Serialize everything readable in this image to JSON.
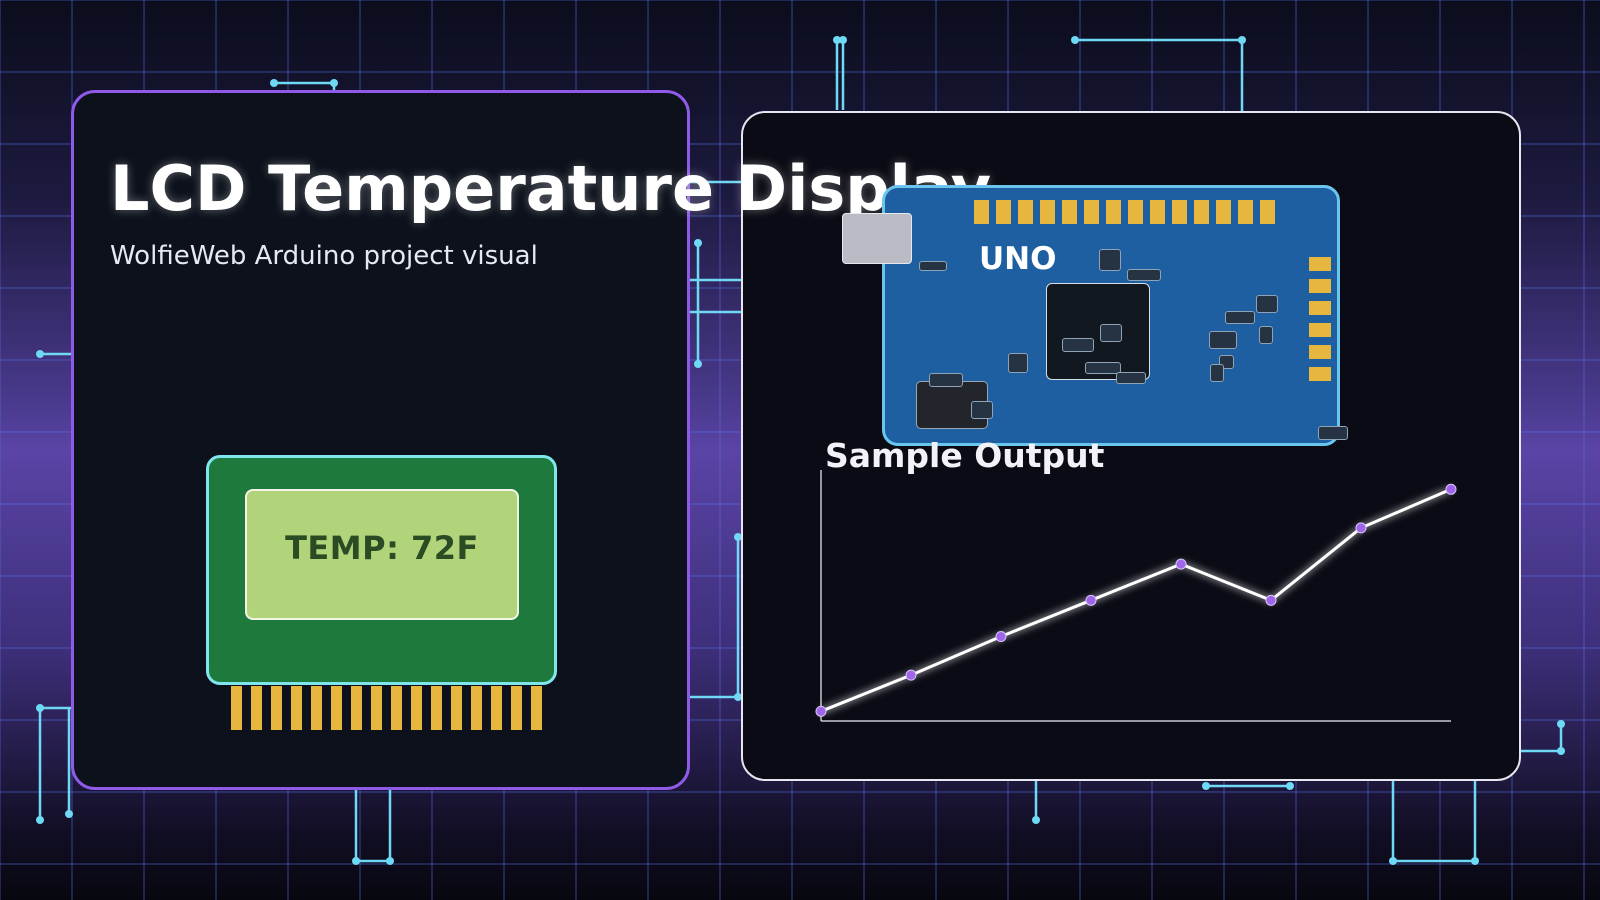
{
  "header": {
    "title": "LCD Temperature Display",
    "subtitle": "WolfieWeb Arduino project visual"
  },
  "lcd": {
    "text": "TEMP: 72F",
    "pin_count": 16
  },
  "arduino": {
    "label": "UNO",
    "header_pin_count": 14,
    "side_pin_count": 6
  },
  "chart": {
    "title": "Sample Output"
  },
  "colors": {
    "accent": "#8f5ae8",
    "trace": "#6fd8f5",
    "pin_gold": "#e6b63e",
    "lcd_green": "#1e7a3c",
    "lcd_screen": "#b1d47b",
    "board_blue": "#1d5fa0",
    "line": "#ffffff",
    "marker": "#a066ea"
  },
  "chart_data": {
    "type": "line",
    "title": "Sample Output",
    "xlabel": "",
    "ylabel": "",
    "x": [
      0,
      1,
      2,
      3,
      4,
      5,
      6,
      7
    ],
    "values": [
      0.0,
      0.15,
      0.31,
      0.46,
      0.61,
      0.46,
      0.76,
      0.92
    ],
    "xlim": [
      0,
      7
    ],
    "ylim": [
      -0.04,
      1.0
    ],
    "grid": false,
    "tick_labels": false
  }
}
